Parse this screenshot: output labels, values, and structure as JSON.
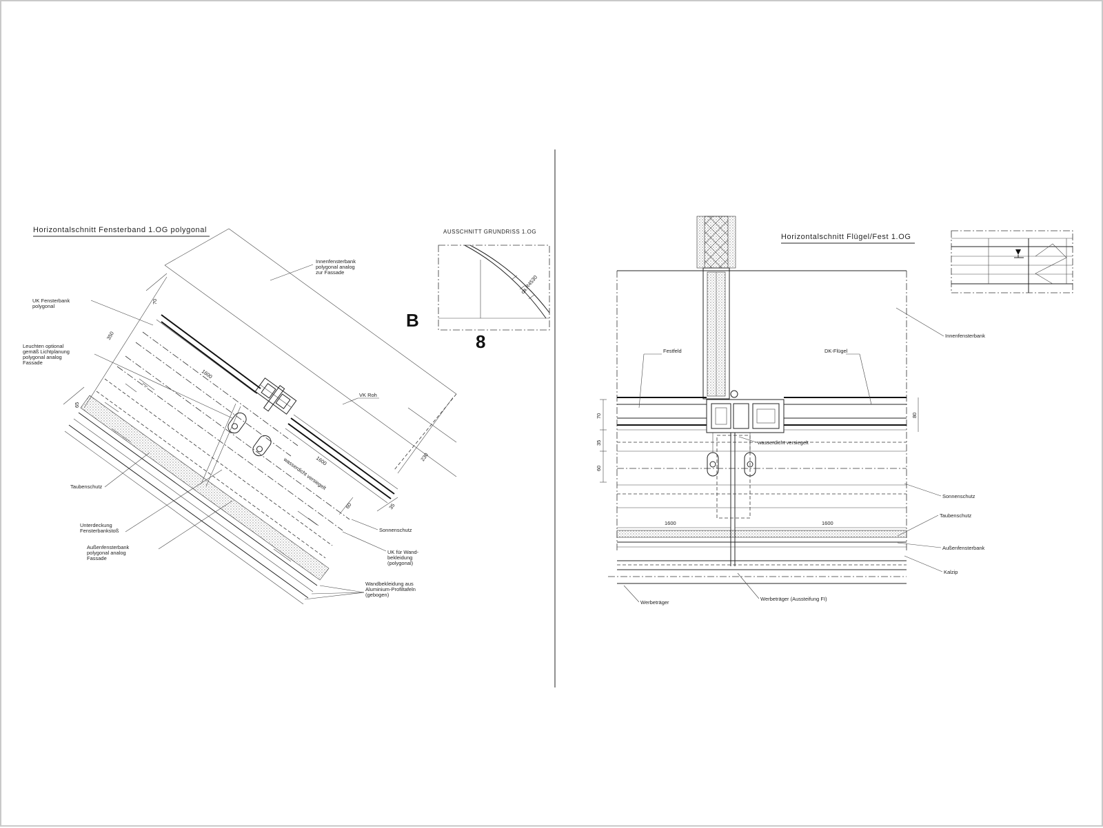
{
  "left_detail": {
    "title": "Horizontalschnitt Fensterband 1.OG polygonal",
    "labels": {
      "innenfensterbank": [
        "Innenfensterbank",
        "polygonal analog",
        "zur Fassade"
      ],
      "uk_fensterbank": [
        "UK Fensterbank",
        "polygonal"
      ],
      "leuchten": [
        "Leuchten optional",
        "gemäß Lichtplanung",
        "polygonal analog",
        "Fassade"
      ],
      "vk_roh": "VK Roh",
      "wasserdicht": "wasserdicht versiegelt",
      "taubenschutz": "Taubenschutz",
      "unterdeckung": [
        "Unterdeckung",
        "Fensterbankstoß"
      ],
      "aussenfensterbank": [
        "Außenfensterbank",
        "polygonal analog",
        "Fassade"
      ],
      "sonnenschutz": "Sonnenschutz",
      "uk_wandbekleidung": [
        "UK für Wand-",
        "bekleidung",
        "(polygonal)"
      ],
      "wandbekleidung": [
        "Wandbekleidung aus",
        "Aluminium-Profiltafeln",
        "(gebogen)"
      ]
    },
    "dims": {
      "d70": "70",
      "d350": "350",
      "d65": "65",
      "d1600a": "1600",
      "d1600b": "1600",
      "d230": "230",
      "d35": "35",
      "d60": "60"
    }
  },
  "inset_plan": {
    "title": "AUSSCHNITT GRUNDRISS 1.OG",
    "radius_label": "ca.R4530",
    "marker_letter": "B",
    "marker_number": "8"
  },
  "right_detail": {
    "title": "Horizontalschnitt Flügel/Fest 1.OG",
    "labels": {
      "festfeld": "Festfeld",
      "dk_fluegel": "DK-Flügel",
      "innenfensterbank": "Innenfensterbank",
      "wasserdicht": "wasserdicht versiegelt",
      "sonnenschutz": "Sonnenschutz",
      "taubenschutz": "Taubenschutz",
      "aussenfensterbank": "Außenfensterbank",
      "kalzip": "Kalzip",
      "werbetraeger": "Werbeträger",
      "werbetraeger_aussteifung": "Werbeträger (Aussteifung FI)"
    },
    "dims": {
      "d70": "70",
      "d35": "35",
      "d60": "60",
      "d80": "80",
      "d1600a": "1600",
      "d1600b": "1600"
    }
  }
}
